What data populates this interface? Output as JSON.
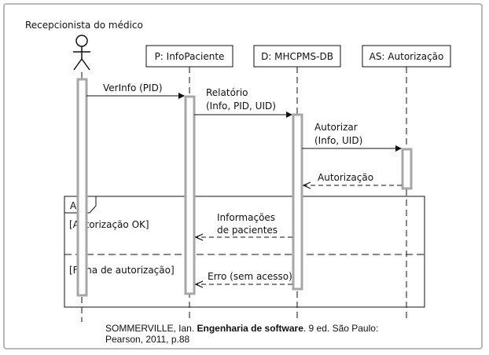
{
  "actor": {
    "name": "Recepcionista do médico"
  },
  "lifelines": [
    {
      "id": "P",
      "label": "P: InfoPaciente"
    },
    {
      "id": "D",
      "label": "D: MHCPMS-DB"
    },
    {
      "id": "AS",
      "label": "AS: Autorização"
    }
  ],
  "messages": {
    "verinfo": "VerInfo (PID)",
    "relatorio_1": "Relatório",
    "relatorio_2": "(Info, PID, UID)",
    "autorizar_1": "Autorizar",
    "autorizar_2": "(Info, UID)",
    "autorizacao": "Autorização",
    "informacoes_1": "Informações",
    "informacoes_2": "de pacientes",
    "erro": "Erro (sem acesso)"
  },
  "fragment": {
    "operator": "Alt",
    "guard_1": "[Autorização OK]",
    "guard_2": "[Falha de autorização]"
  },
  "citation": {
    "part1": "SOMMERVILLE, Ian.",
    "title": "Engenharia de software",
    "part2": ". 9 ed. São Paulo:",
    "line2": "Pearson, 2011, p.88"
  }
}
